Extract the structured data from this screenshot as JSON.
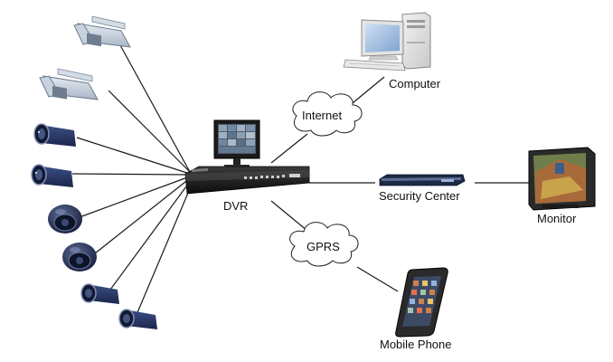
{
  "diagram": {
    "hub": {
      "label": "DVR"
    },
    "clouds": {
      "internet": "Internet",
      "gprs": "GPRS"
    },
    "nodes": {
      "computer": "Computer",
      "security_center": "Security Center",
      "monitor": "Monitor",
      "mobile_phone": "Mobile Phone"
    },
    "cameras": [
      {
        "icon": "box-camera-icon"
      },
      {
        "icon": "box-camera-icon"
      },
      {
        "icon": "bullet-camera-icon"
      },
      {
        "icon": "bullet-camera-icon"
      },
      {
        "icon": "dome-camera-icon"
      },
      {
        "icon": "dome-camera-icon"
      },
      {
        "icon": "bullet-camera-icon"
      },
      {
        "icon": "bullet-camera-icon"
      }
    ]
  }
}
